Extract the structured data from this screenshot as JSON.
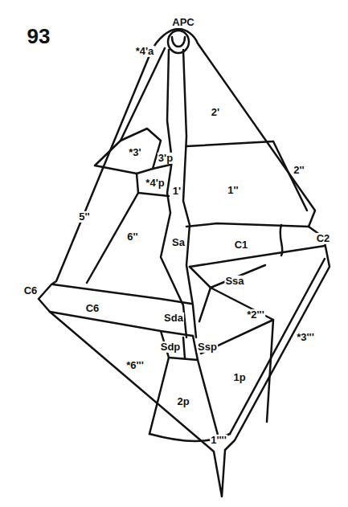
{
  "diagram": {
    "labels": [
      "93",
      "APC",
      "*4'a",
      "*3'",
      "3'p",
      "*4'p",
      "2'",
      "1'",
      "1''",
      "2''",
      "5''",
      "6''",
      "Sa",
      "C1",
      "C2",
      "C6",
      "C6",
      "Ssa",
      "Sda",
      "*2'''",
      "Sdp",
      "Ssp",
      "*6'''",
      "*3'''",
      "1p",
      "2p",
      "1''''"
    ]
  }
}
